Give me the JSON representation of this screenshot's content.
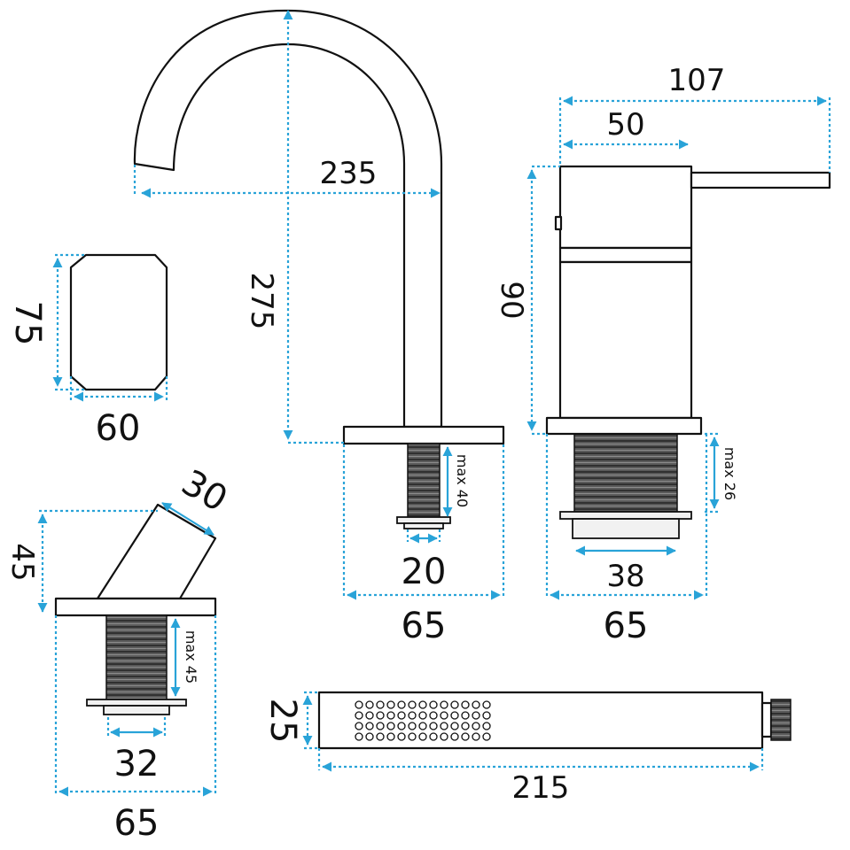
{
  "colors": {
    "dimension": "#29a3d8",
    "outline": "#111111",
    "thread": "#555555"
  },
  "dimensions": {
    "spout_height": "275",
    "spout_reach": "235",
    "lever_reach": "107",
    "mixer_body": "50",
    "mixer_height": "90",
    "rosette_height": "75",
    "rosette_width": "60",
    "spout_thread": "20",
    "spout_plate": "65",
    "spout_max": "max 40",
    "mixer_thread": "38",
    "mixer_plate": "65",
    "mixer_max": "max 26",
    "holder_height": "45",
    "holder_size": "30",
    "holder_thread": "32",
    "holder_plate": "65",
    "holder_max": "max 45",
    "shower_height": "25",
    "shower_length": "215"
  }
}
